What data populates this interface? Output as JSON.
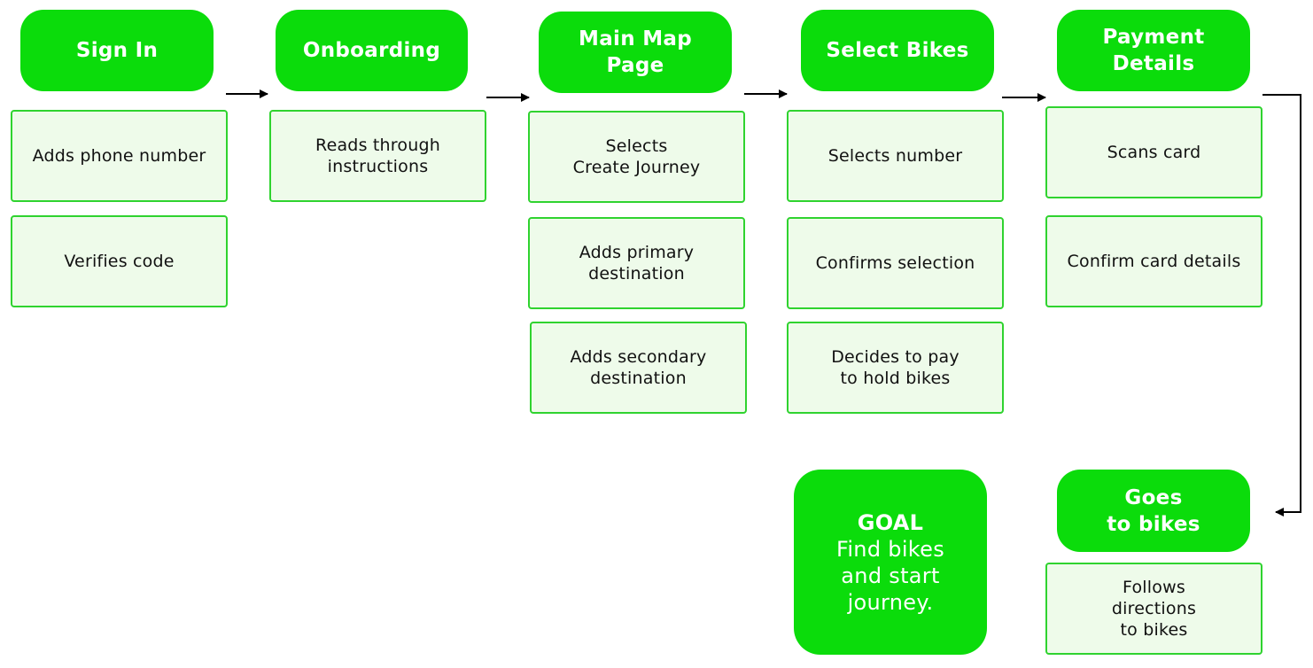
{
  "stages": {
    "sign_in": "Sign In",
    "onboarding": "Onboarding",
    "main_map": "Main Map\nPage",
    "select_bikes": "Select Bikes",
    "payment": "Payment\nDetails",
    "goes_to_bikes": "Goes\nto bikes"
  },
  "steps": {
    "sign_in": [
      "Adds phone number",
      "Verifies code"
    ],
    "onboarding": [
      "Reads through\ninstructions"
    ],
    "main_map": [
      "Selects\nCreate Journey",
      "Adds primary\ndestination",
      "Adds secondary\ndestination"
    ],
    "select_bikes": [
      "Selects number",
      "Confirms selection",
      "Decides to pay\nto hold bikes"
    ],
    "payment": [
      "Scans card",
      "Confirm card details"
    ],
    "goes_to_bikes": [
      "Follows\ndirections\nto bikes"
    ]
  },
  "goal": {
    "title": "GOAL",
    "text": "Find bikes\nand start\njourney."
  },
  "colors": {
    "stage_fill": "#0bdc0b",
    "step_fill": "#eefbea",
    "step_border": "#2fd32f",
    "arrow": "#000000"
  }
}
